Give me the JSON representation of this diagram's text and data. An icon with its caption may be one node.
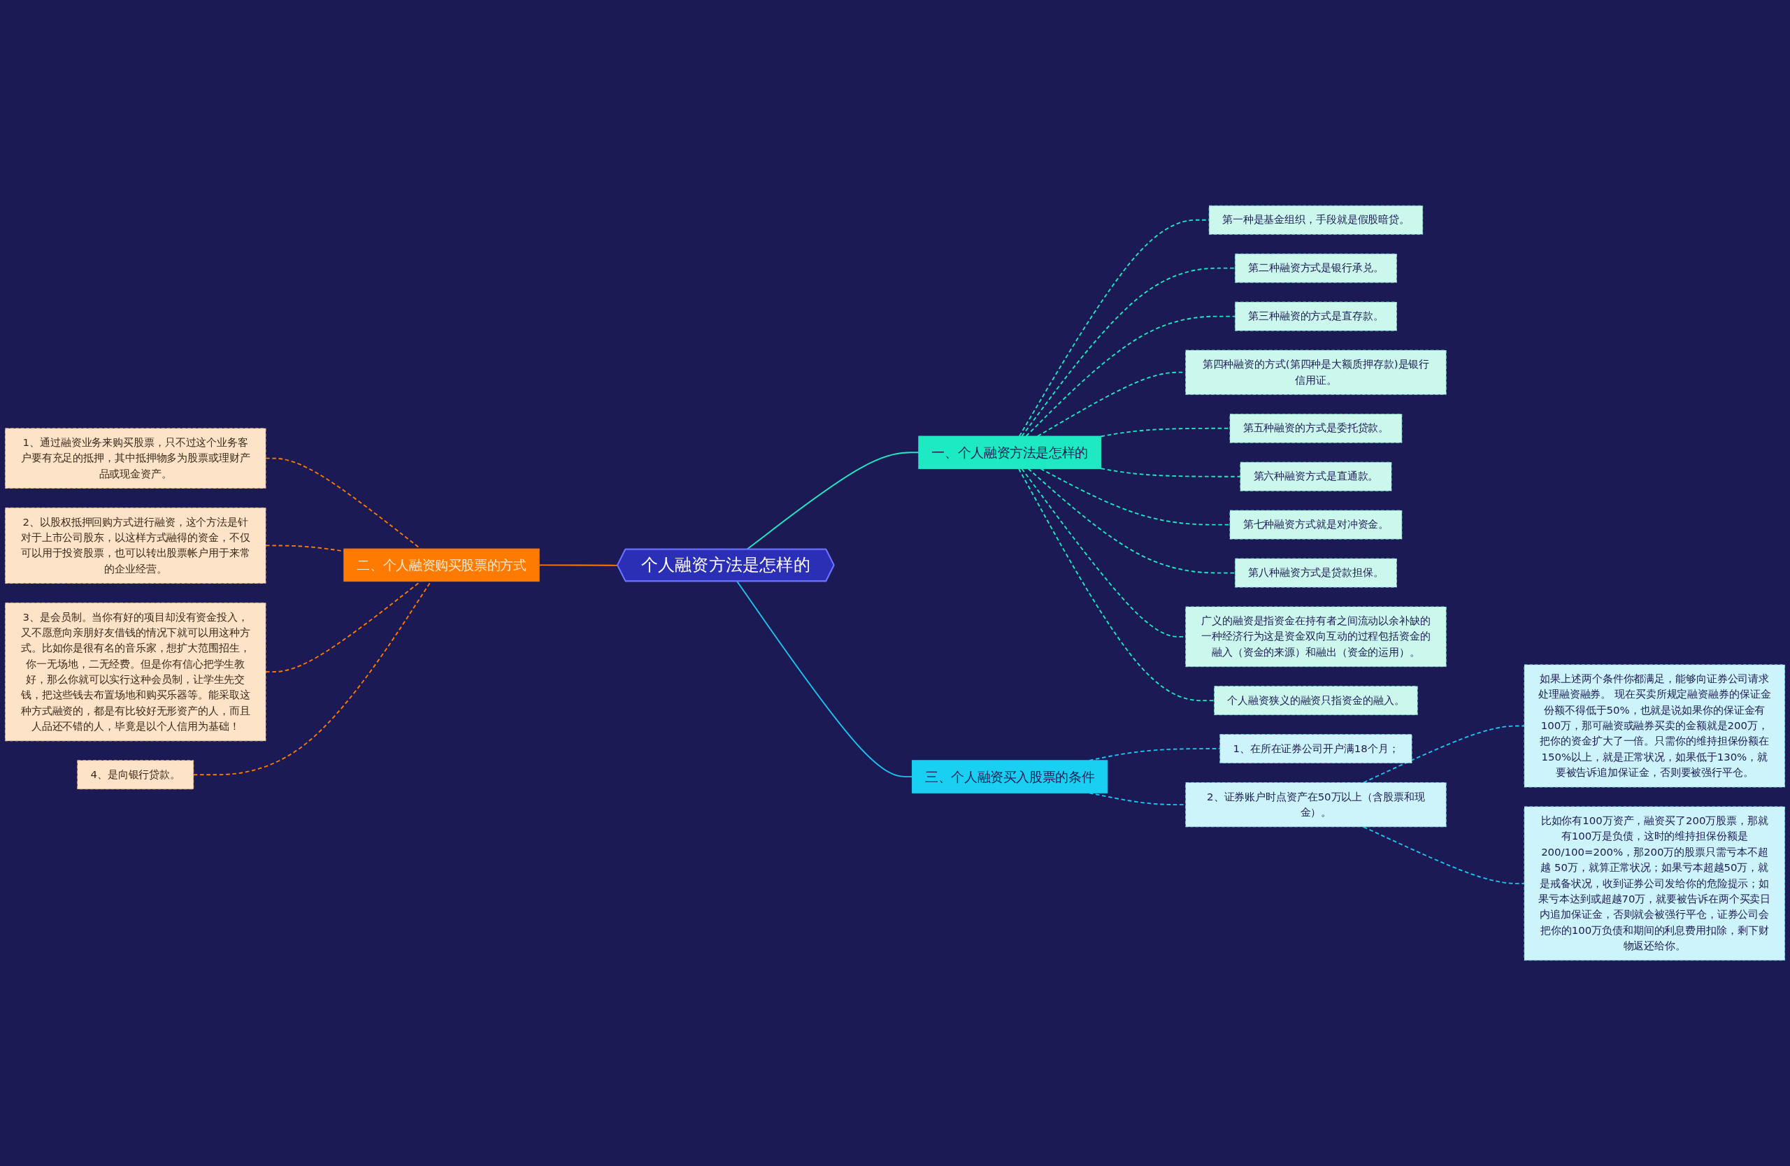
{
  "diagram": {
    "nodes": [
      {
        "text": [
          "个人融资方法是怎样的"
        ]
      },
      {
        "text": [
          "一、个人融资方法是怎样的"
        ]
      },
      {
        "text": [
          "第一种是基金组织，手段就是假股暗贷。"
        ]
      },
      {
        "text": [
          "第二种融资方式是银行承兑。"
        ]
      },
      {
        "text": [
          "第三种融资的方式是直存款。"
        ]
      },
      {
        "text": [
          "第四种融资的方式(第四种是大额质押存款)是银行信用证。"
        ]
      },
      {
        "text": [
          "第五种融资的方式是委托贷款。"
        ]
      },
      {
        "text": [
          "第六种融资方式是直通款。"
        ]
      },
      {
        "text": [
          "第七种融资方式就是对冲资金。"
        ]
      },
      {
        "text": [
          "第八种融资方式是贷款担保。"
        ]
      },
      {
        "text": [
          "广义的融资是指资金在持有者之间流动以余补缺的一种经济行为这是资金双向互动的过程包括资金的融入（资金的来源）和融出（资金的运用）。"
        ]
      },
      {
        "text": [
          "个人融资狭义的融资只指资金的融入。"
        ]
      },
      {
        "text": [
          "三、个人融资买入股票的条件"
        ]
      },
      {
        "text": [
          "1、在所在证券公司开户满18个月；"
        ]
      },
      {
        "text": [
          "2、证券账户时点资产在50万以上（含股票和现金）。"
        ]
      },
      {
        "text": [
          "如果上述两个条件你都满足，能够向证券公司请求处理融资融券。 现在买卖所规定融资融券的保证金份额不得低于50%，也就是说如果你的保证金有100万，那可融资或融券买卖的金额就是200万，把你的资金扩大了一倍。只需你的维持担保份额在150%以上，就是正常状况，如果低于130%，就要被告诉追加保证金，否则要被强行平仓。"
        ]
      },
      {
        "text": [
          "比如你有100万资产，融资买了200万股票，那就有100万是负债，这时的维持担保份额是200/100=200%，那200万的股票只需亏本不超越 50万，就算正常状况；如果亏本超越50万，就是戒备状况，收到证券公司发给你的危险提示；如果亏本达到或超越70万，就要被告诉在两个买卖日内追加保证金，否则就会被强行平仓，证券公司会把你的100万负债和期间的利息费用扣除，剩下财物返还给你。"
        ]
      },
      {
        "text": [
          "二、个人融资购买股票的方式"
        ]
      },
      {
        "text": [
          "1、通过融资业务来购买股票，只不过这个业务客户要有充足的抵押，其中抵押物多为股票或理财产品或现金资产。"
        ]
      },
      {
        "text": [
          "2、以股权抵押回购方式进行融资，这个方法是针对于上市公司股东，以这样方式融得的资金，不仅可以用于投资股票，也可以转出股票帐户用于来常的企业经营。"
        ]
      },
      {
        "text": [
          "3、是会员制。当你有好的项目却没有资金投入，又不愿意向亲朋好友借钱的情况下就可以用这种方式。比如你是很有名的音乐家，想扩大范围招生，你一无场地，二无经费。但是你有信心把学生教好，那么你就可以实行这种会员制，让学生先交钱，把这些钱去布置场地和购买乐器等。能采取这种方式融资的，都是有比较好无形资产的人，而且人品还不错的人，毕竟是以个人信用为基础！"
        ]
      },
      {
        "text": [
          "4、是向银行贷款。"
        ]
      }
    ],
    "edges": [
      {
        "from": 0,
        "to": 1,
        "arrow": "none"
      },
      {
        "from": 1,
        "to": 2,
        "arrow": "none",
        "style": "dashed"
      },
      {
        "from": 1,
        "to": 3,
        "arrow": "none",
        "style": "dashed"
      },
      {
        "from": 1,
        "to": 4,
        "arrow": "none",
        "style": "dashed"
      },
      {
        "from": 1,
        "to": 5,
        "arrow": "none",
        "style": "dashed"
      },
      {
        "from": 1,
        "to": 6,
        "arrow": "none",
        "style": "dashed"
      },
      {
        "from": 1,
        "to": 7,
        "arrow": "none",
        "style": "dashed"
      },
      {
        "from": 1,
        "to": 8,
        "arrow": "none",
        "style": "dashed"
      },
      {
        "from": 1,
        "to": 9,
        "arrow": "none",
        "style": "dashed"
      },
      {
        "from": 1,
        "to": 10,
        "arrow": "none",
        "style": "dashed"
      },
      {
        "from": 1,
        "to": 11,
        "arrow": "none",
        "style": "dashed"
      },
      {
        "from": 0,
        "to": 12,
        "arrow": "none",
        "color": "#19c8f0"
      },
      {
        "from": 12,
        "to": 13,
        "arrow": "none",
        "style": "dashed",
        "color": "#19c8f0"
      },
      {
        "from": 12,
        "to": 14,
        "arrow": "none",
        "style": "dashed",
        "color": "#19c8f0"
      },
      {
        "from": 14,
        "to": 15,
        "arrow": "none",
        "style": "dashed",
        "color": "#19c8f0"
      },
      {
        "from": 14,
        "to": 16,
        "arrow": "none",
        "style": "dashed",
        "color": "#19c8f0"
      },
      {
        "from": 17,
        "to": 0,
        "arrow": "none",
        "color": "#ff7a00"
      },
      {
        "from": 18,
        "to": 17,
        "arrow": "none",
        "style": "dashed",
        "color": "#ff7a00"
      },
      {
        "from": 19,
        "to": 17,
        "arrow": "none",
        "style": "dashed",
        "color": "#ff7a00"
      },
      {
        "from": 20,
        "to": 17,
        "arrow": "none",
        "style": "dashed",
        "color": "#ff7a00"
      },
      {
        "from": 21,
        "to": 17,
        "arrow": "none",
        "style": "dashed",
        "color": "#ff7a00"
      }
    ]
  }
}
